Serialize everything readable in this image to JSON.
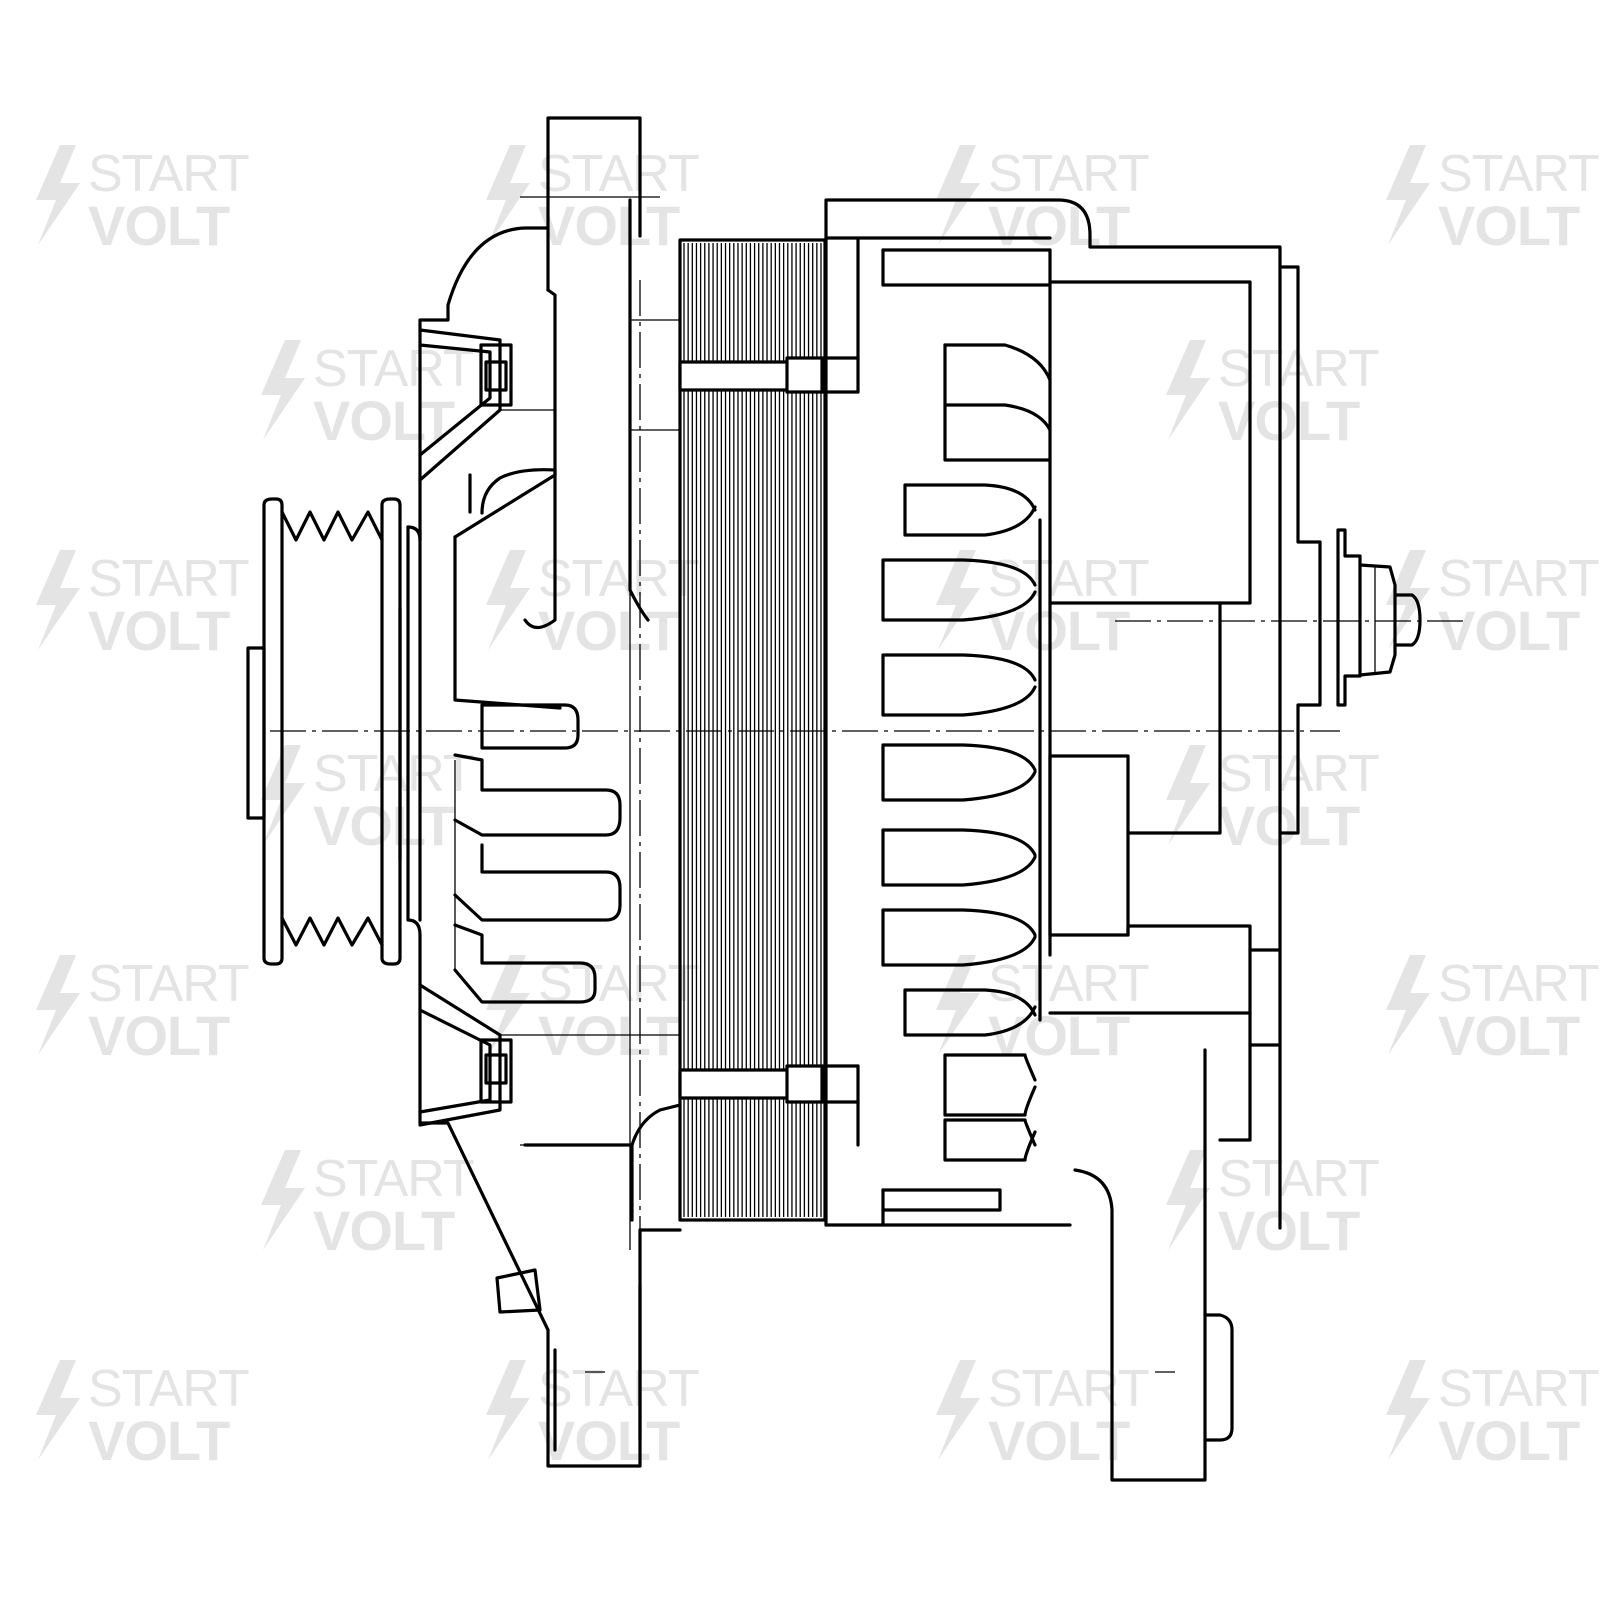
{
  "brand": {
    "word_top": "START",
    "word_bottom": "VOLT",
    "watermark_color": "#e4e4e4",
    "line_color": "#000000",
    "bolt_icon": "lightning-bolt-icon"
  },
  "drawing": {
    "subject_icon": "alternator-side-view-icon",
    "stator_lamination_count": 34
  }
}
